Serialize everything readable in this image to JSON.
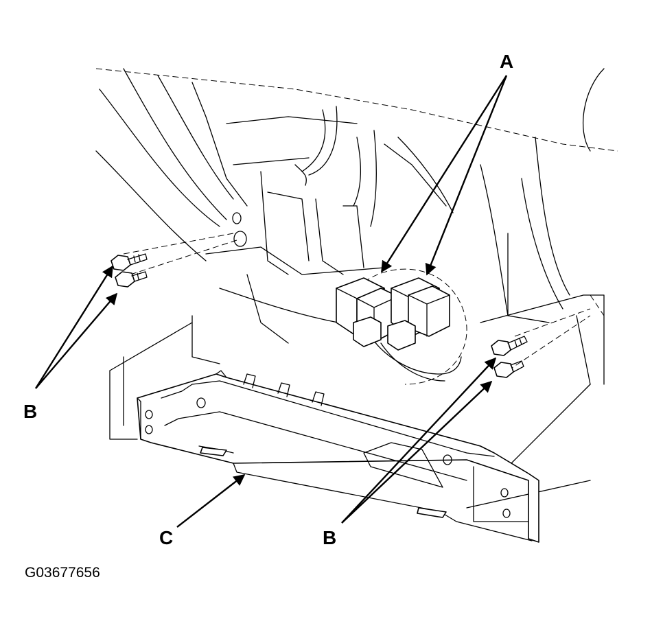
{
  "callouts": {
    "a": "A",
    "b_left": "B",
    "b_right": "B",
    "c": "C"
  },
  "figure_code": "G03677656"
}
